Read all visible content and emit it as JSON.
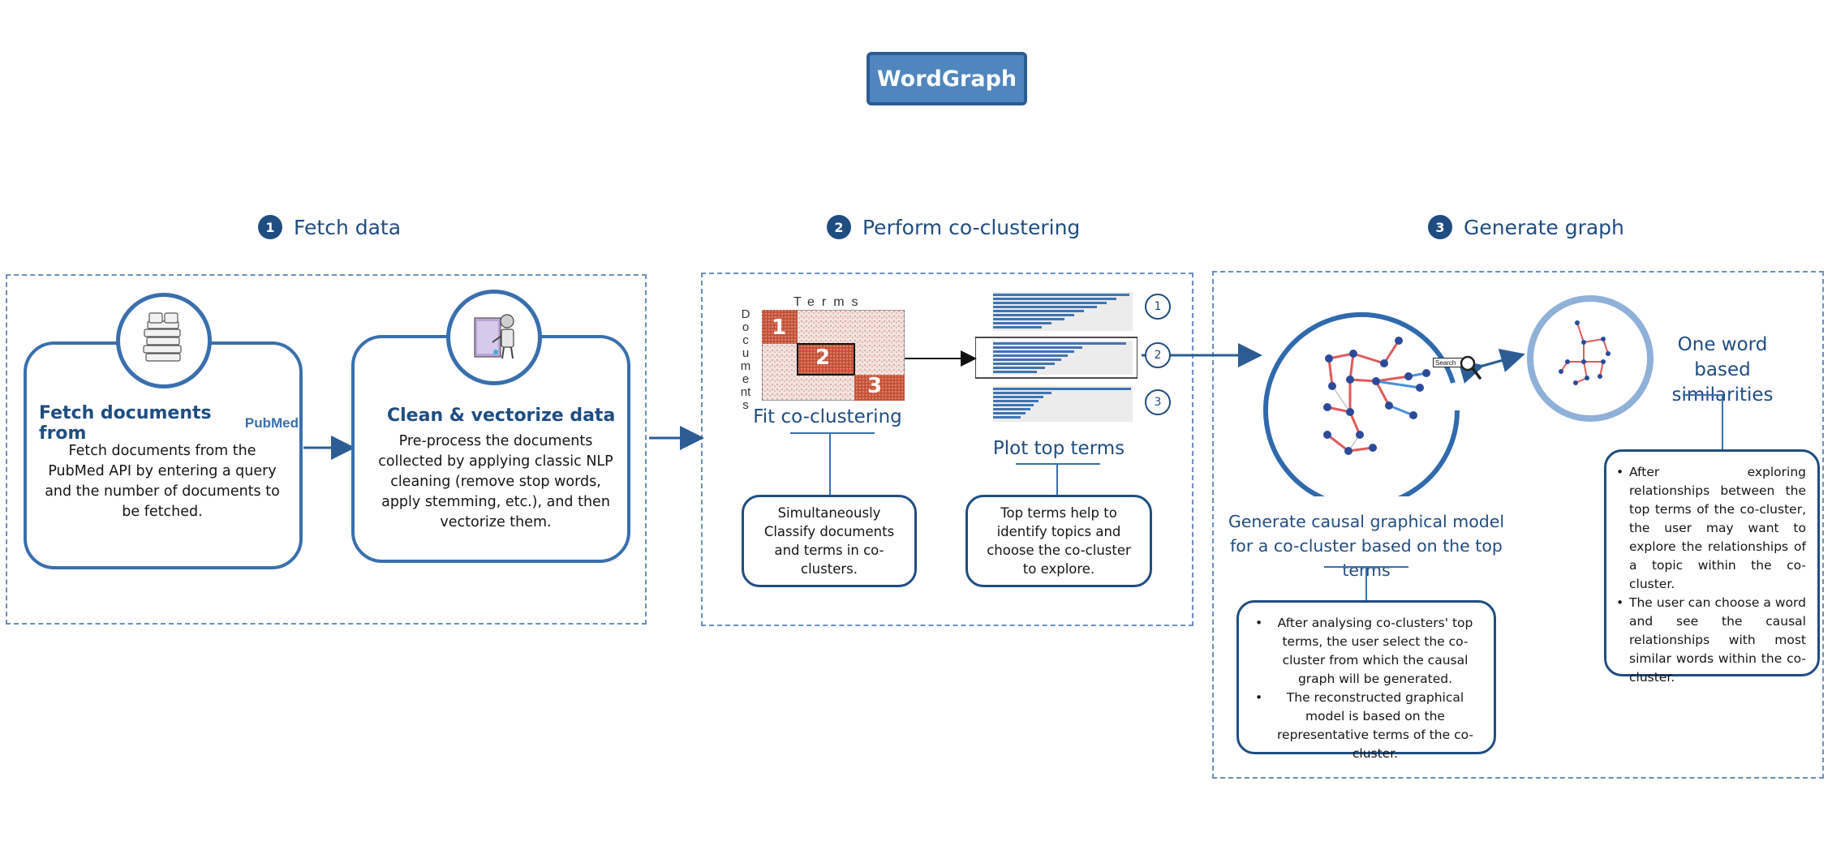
{
  "title": "WordGraph",
  "steps": [
    {
      "num": "1",
      "label": "Fetch data"
    },
    {
      "num": "2",
      "label": "Perform co-clustering"
    },
    {
      "num": "3",
      "label": "Generate graph"
    }
  ],
  "fetch": {
    "title": "Fetch documents from",
    "logo_text": "PubMed",
    "text": "Fetch documents from the PubMed API by entering a query and the number of documents to be fetched."
  },
  "clean": {
    "title": "Clean & vectorize data",
    "text": "Pre-process the documents collected by applying classic NLP cleaning (remove stop words, apply stemming, etc.), and then vectorize them."
  },
  "cocluster": {
    "axis_terms": "Terms",
    "axis_documents": "Documents",
    "block_labels": [
      "1",
      "2",
      "3"
    ],
    "fit_title": "Fit co-clustering",
    "fit_note": "Simultaneously Classify documents and terms in co-clusters.",
    "plot_title": "Plot top terms",
    "plot_note": "Top terms help to identify topics and choose the co-cluster to explore.",
    "plot_numbers": [
      "1",
      "2",
      "3"
    ]
  },
  "graph": {
    "search_label": "Search",
    "main_title": "Generate causal graphical model for a co-cluster based on the top terms",
    "main_bullets": [
      "After analysing co-clusters' top terms, the user select the co-cluster from which the causal graph will be generated.",
      "The reconstructed graphical model is based on the representative terms of the co-cluster."
    ],
    "side_title": "One word based similarities",
    "side_bullets": [
      "After exploring relationships between the top terms of the co-cluster, the user may want to explore the relationships of a topic within the co-cluster.",
      "The user can choose a word and see the causal relationships with most similar words within the co-cluster."
    ]
  },
  "colors": {
    "primary": "#1f4d82",
    "accent": "#4f86bd",
    "heatmap": "#c8553a",
    "edge_red": "#e05a5a",
    "edge_blue": "#4a90d9"
  }
}
